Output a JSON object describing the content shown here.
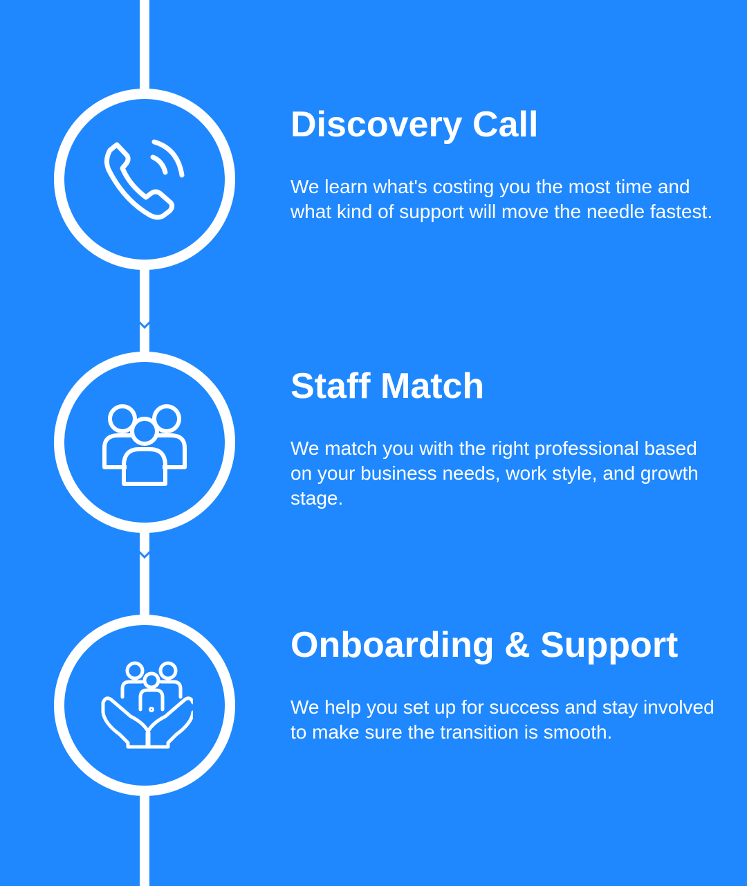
{
  "background_color": "#1f88fe",
  "steps": [
    {
      "title": "Discovery Call",
      "icon": "phone-icon",
      "description": "We learn what's costing you the most time and what kind of support will move the needle fastest."
    },
    {
      "title": "Staff Match",
      "icon": "team-icon",
      "description": "We match you with the right professional based on your business needs, work style, and growth stage."
    },
    {
      "title": "Onboarding & Support",
      "icon": "hands-team-icon",
      "description": "We help you set up for success and stay involved to make sure the transition is smooth."
    }
  ]
}
